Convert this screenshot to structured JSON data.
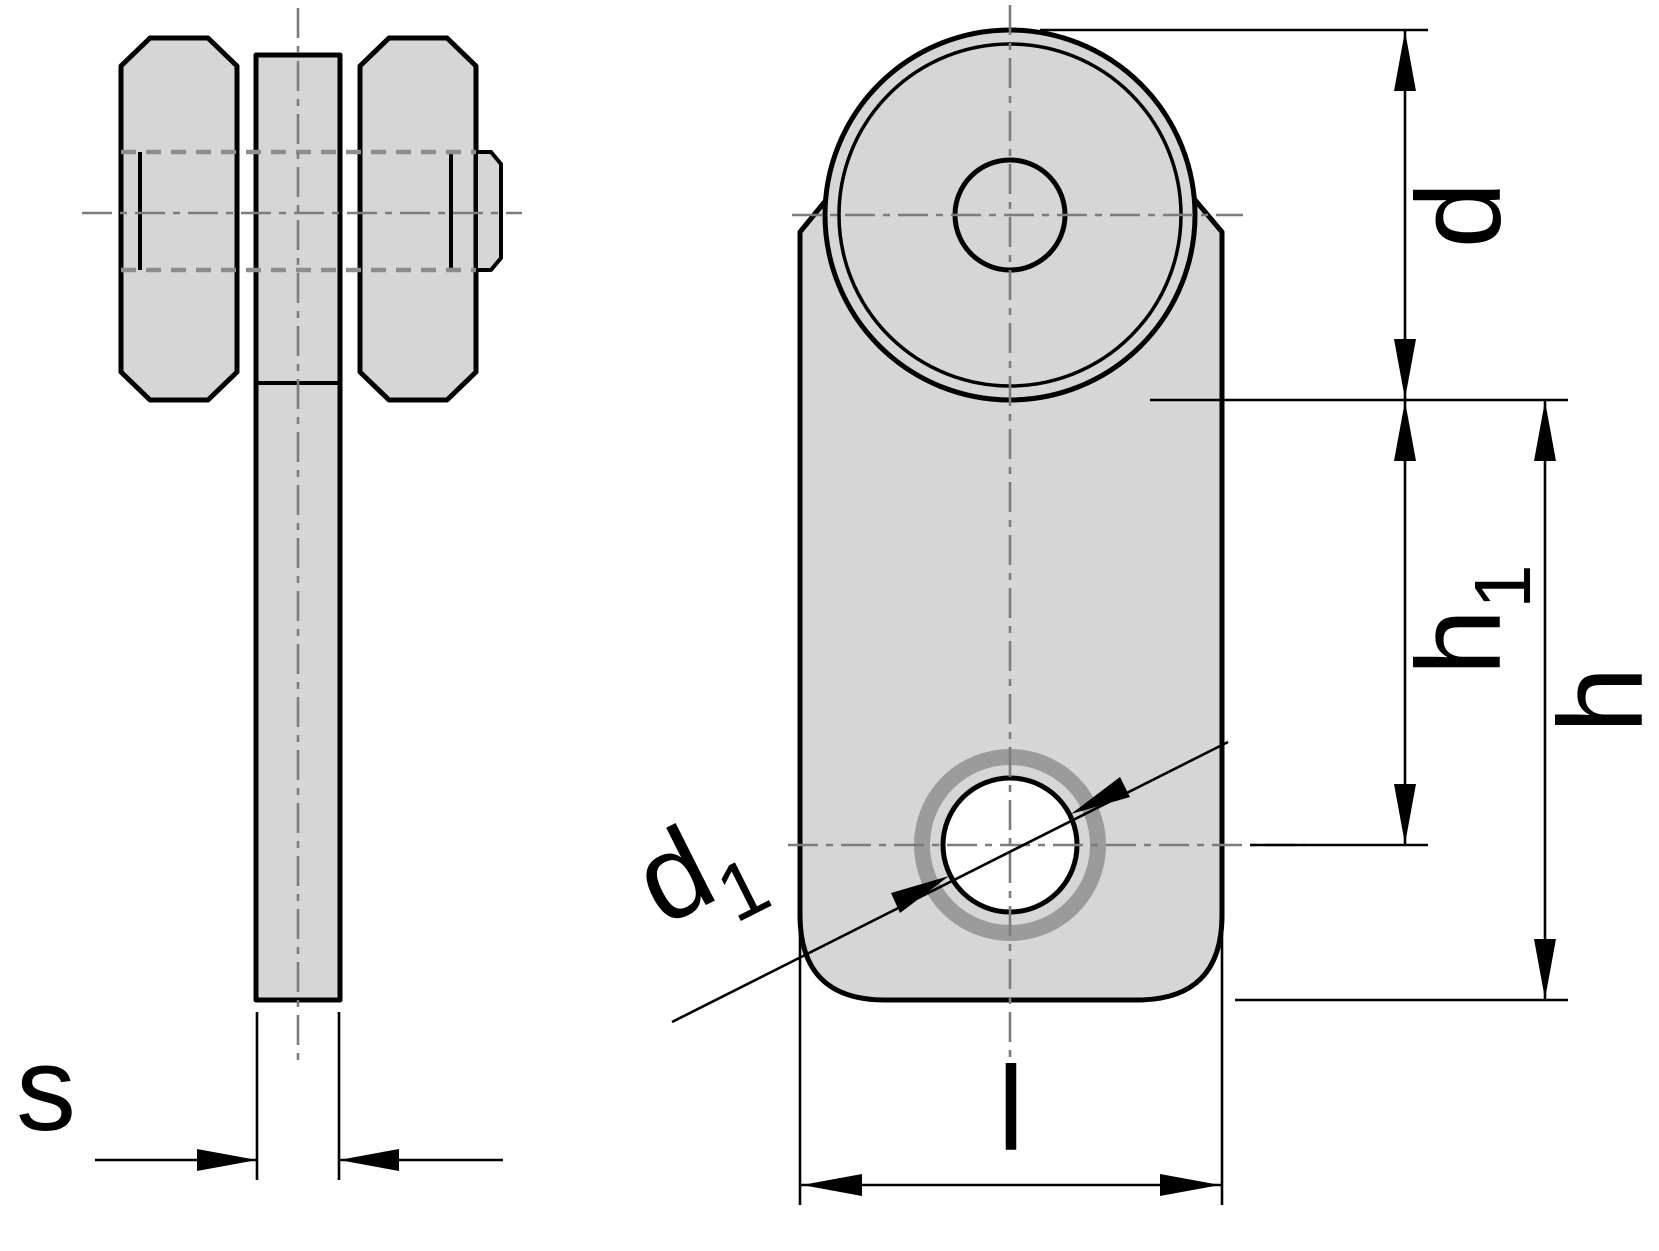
{
  "drawing": {
    "dimension_labels": {
      "s": "s",
      "d": "d",
      "h1_main": "h",
      "h1_sub": "1",
      "h": "h",
      "d1_main": "d",
      "d1_sub": "1",
      "l": "l"
    },
    "colors": {
      "part_fill": "#d6d6d6",
      "outline": "#000000",
      "hidden_line": "#8d8d8d",
      "centerline": "#7c7c7c",
      "bushing_ring": "#9b9b9b",
      "hole_fill": "#ffffff",
      "background": "#ffffff"
    }
  }
}
